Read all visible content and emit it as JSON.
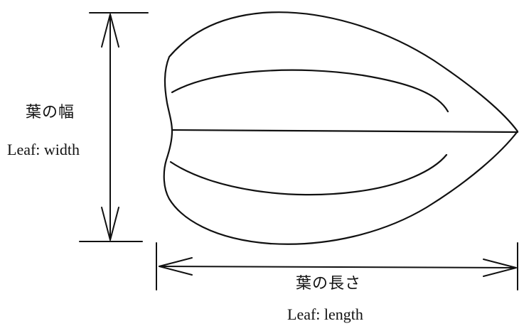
{
  "labels": {
    "width_jp": "葉の幅",
    "width_en": "Leaf: width",
    "length_jp": "葉の長さ",
    "length_en": "Leaf: length"
  },
  "colors": {
    "line": "#111111",
    "background": "#ffffff"
  }
}
